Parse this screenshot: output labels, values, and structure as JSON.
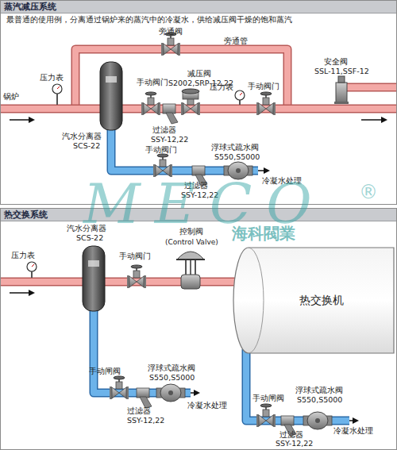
{
  "diagram": {
    "nodes": [
      {
        "text": [
          "蒸汽减压系统"
        ]
      },
      {
        "text": [
          "热交换系统"
        ]
      },
      {
        "text": [
          "热交换机"
        ],
        "in": 1
      }
    ],
    "labels": [
      "最普通的使用例，分离通过锅炉来的蒸汽中的冷凝水，供给减压阀干燥的饱和蒸汽",
      "旁通阀",
      "旁通管",
      "安全阀",
      "SSL-11,SSF-12",
      "压力表",
      "锅炉",
      "手动阀门",
      "减压阀",
      "S2002,SRP-12,22",
      "压力表",
      "手动阀门",
      "汽水分离器",
      "SCS-22",
      "过滤器",
      "SSY-12,22",
      "手动阀门",
      "浮球式疏水阀",
      "S550,S5000",
      "冷凝水处理",
      "过滤器",
      "SSY-12,22",
      "MECO",
      "®",
      "海科閥業",
      "汽水分离器",
      "SCS-22",
      "压力表",
      "手动阀门",
      "控制阀",
      "(Control Valve)",
      "手动闸阀",
      "浮球式疏水阀",
      "S550,S5000",
      "过滤器",
      "SSY-12,22",
      "冷凝水处理",
      "手动闸阀",
      "浮球式疏水阀",
      "S550,S5000",
      "过滤器",
      "SSY-12,22",
      "冷凝水处理"
    ]
  }
}
